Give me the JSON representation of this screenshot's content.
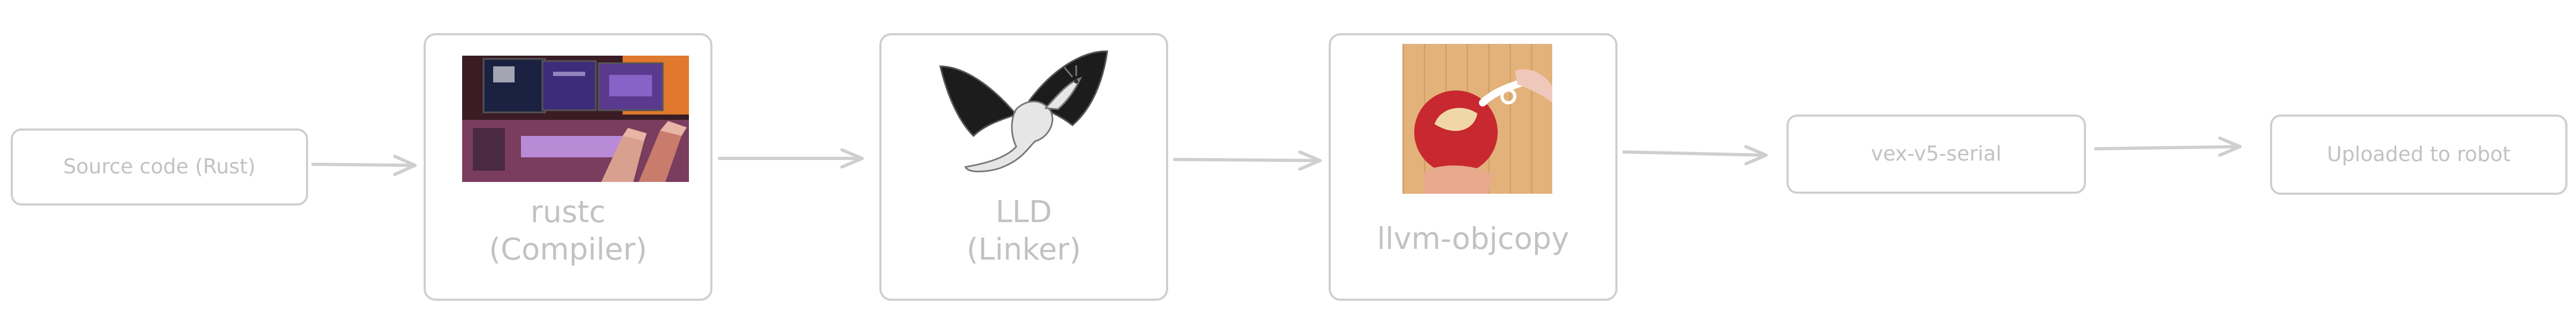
{
  "diagram": {
    "nodes": [
      {
        "id": "source",
        "label": "Source code (Rust)"
      },
      {
        "id": "rustc",
        "label": "rustc\n(Compiler)",
        "image": "computer-desk-photo"
      },
      {
        "id": "lld",
        "label": "LLD\n(Linker)",
        "image": "llvm-dragon-logo"
      },
      {
        "id": "objcopy",
        "label": "llvm-objcopy",
        "image": "apple-peeling-photo"
      },
      {
        "id": "serial",
        "label": "vex-v5-serial"
      },
      {
        "id": "robot",
        "label": "Uploaded to robot"
      }
    ],
    "edges": [
      {
        "from": "source",
        "to": "rustc"
      },
      {
        "from": "rustc",
        "to": "lld"
      },
      {
        "from": "lld",
        "to": "objcopy"
      },
      {
        "from": "objcopy",
        "to": "serial"
      },
      {
        "from": "serial",
        "to": "robot"
      }
    ]
  },
  "colors": {
    "stroke": "#cfcfcf",
    "text": "#c2c2c2"
  }
}
